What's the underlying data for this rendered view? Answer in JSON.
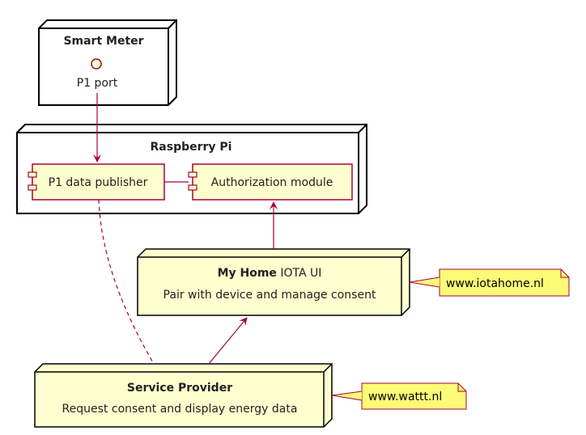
{
  "nodes": {
    "smart_meter": {
      "title": "Smart Meter",
      "interface": "P1 port"
    },
    "raspberry_pi": {
      "title": "Raspberry Pi",
      "components": {
        "publisher": "P1 data publisher",
        "auth": "Authorization module"
      }
    },
    "my_home": {
      "title_bold": "My Home",
      "title_rest": " IOTA UI",
      "subtitle": "Pair with device and manage consent"
    },
    "service_provider": {
      "title": "Service Provider",
      "subtitle": "Request consent and display energy data"
    }
  },
  "notes": {
    "my_home": "www.iotahome.nl",
    "service_provider": "www.wattt.nl"
  },
  "colors": {
    "node_fill": "#FEFECE",
    "component_border": "#A80036",
    "arrow": "#A80036",
    "note_fill": "#FBFB77",
    "note_border": "#A80036"
  }
}
